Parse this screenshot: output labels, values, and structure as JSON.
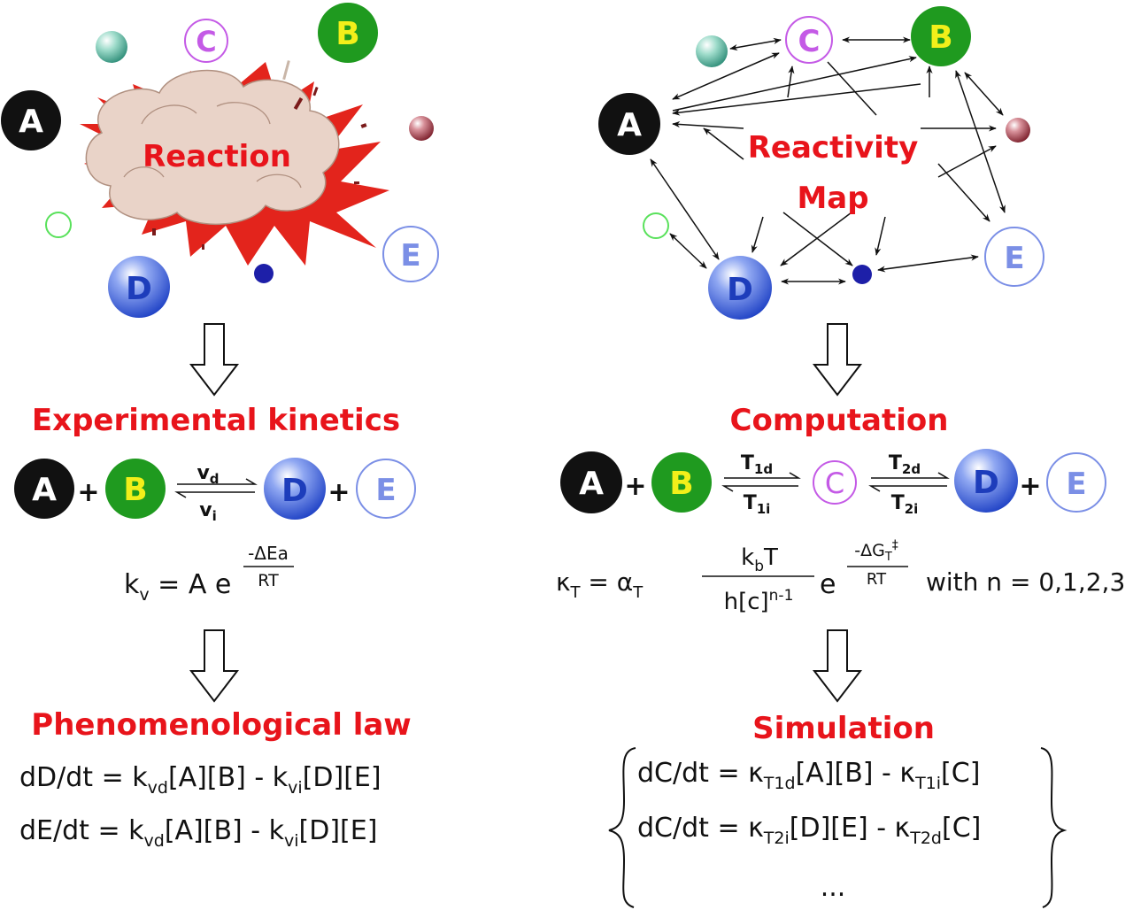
{
  "colors": {
    "title_red": "#e8141b",
    "species_A": "#111111",
    "species_B": "#1f9a1f",
    "species_B_text": "#f2ef1a",
    "species_C": "#c45ae6",
    "species_D": "#2d55d8",
    "species_E": "#7b8fe6",
    "ball_teal": "#5fbfa6",
    "ball_maroon": "#8f2d37",
    "ball_navy": "#1d1fa8",
    "ring_green": "#59e15b",
    "cloud": "#e9d3c8",
    "spike_red": "#e3241c"
  },
  "species": {
    "A": "A",
    "B": "B",
    "C": "C",
    "D": "D",
    "E": "E"
  },
  "left": {
    "cloud_label": "Reaction",
    "heading1": "Experimental kinetics",
    "eq_plus": "+",
    "rate_fwd": "v",
    "rate_fwd_sub": "d",
    "rate_rev": "v",
    "rate_rev_sub": "i",
    "arrhenius_lhs": "k",
    "arrhenius_lhs_sub": "v",
    "arrhenius_mid": " = A e",
    "arrhenius_num": "-ΔEa",
    "arrhenius_den": "RT",
    "heading2": "Phenomenological law",
    "law1": "dD/dt = k",
    "law1_sub1": "vd",
    "law1_mid": "[A][B] - k",
    "law1_sub2": "vi",
    "law1_end": "[D][E]",
    "law2": "dE/dt = k",
    "law2_sub1": "vd",
    "law2_mid": "[A][B] - k",
    "law2_sub2": "vi",
    "law2_end": "[D][E]"
  },
  "right": {
    "map_label1": "Reactivity",
    "map_label2": "Map",
    "heading1": "Computation",
    "eq_plus": "+",
    "t1_fwd": "T",
    "t1_fwd_sub": "1d",
    "t1_rev": "T",
    "t1_rev_sub": "1i",
    "t2_fwd": "T",
    "t2_fwd_sub": "2d",
    "t2_rev": "T",
    "t2_rev_sub": "2i",
    "kappa": "κ",
    "kappa_sub": "T",
    "kappa_eq": " = α",
    "kappa_eq_sub": "T",
    "frac_num": "k",
    "frac_num_sub": "b",
    "frac_num_end": "T",
    "frac_den": "h[c]",
    "frac_den_sup": "n-1",
    "exp_e": "e",
    "exp_num": "-ΔG",
    "exp_num_sub": "T",
    "exp_num_sup": "‡",
    "exp_den": "RT",
    "with_n": "with n = 0,1,2,3",
    "heading2": "Simulation",
    "sim1": "dC/dt = κ",
    "sim1_sub1": "T1d",
    "sim1_mid": "[A][B] - κ",
    "sim1_sub2": "T1i",
    "sim1_end": "[C]",
    "sim2": "dC/dt = κ",
    "sim2_sub1": "T2i",
    "sim2_mid": "[D][E] - κ",
    "sim2_sub2": "T2d",
    "sim2_end": "[C]",
    "sim_more": "..."
  }
}
